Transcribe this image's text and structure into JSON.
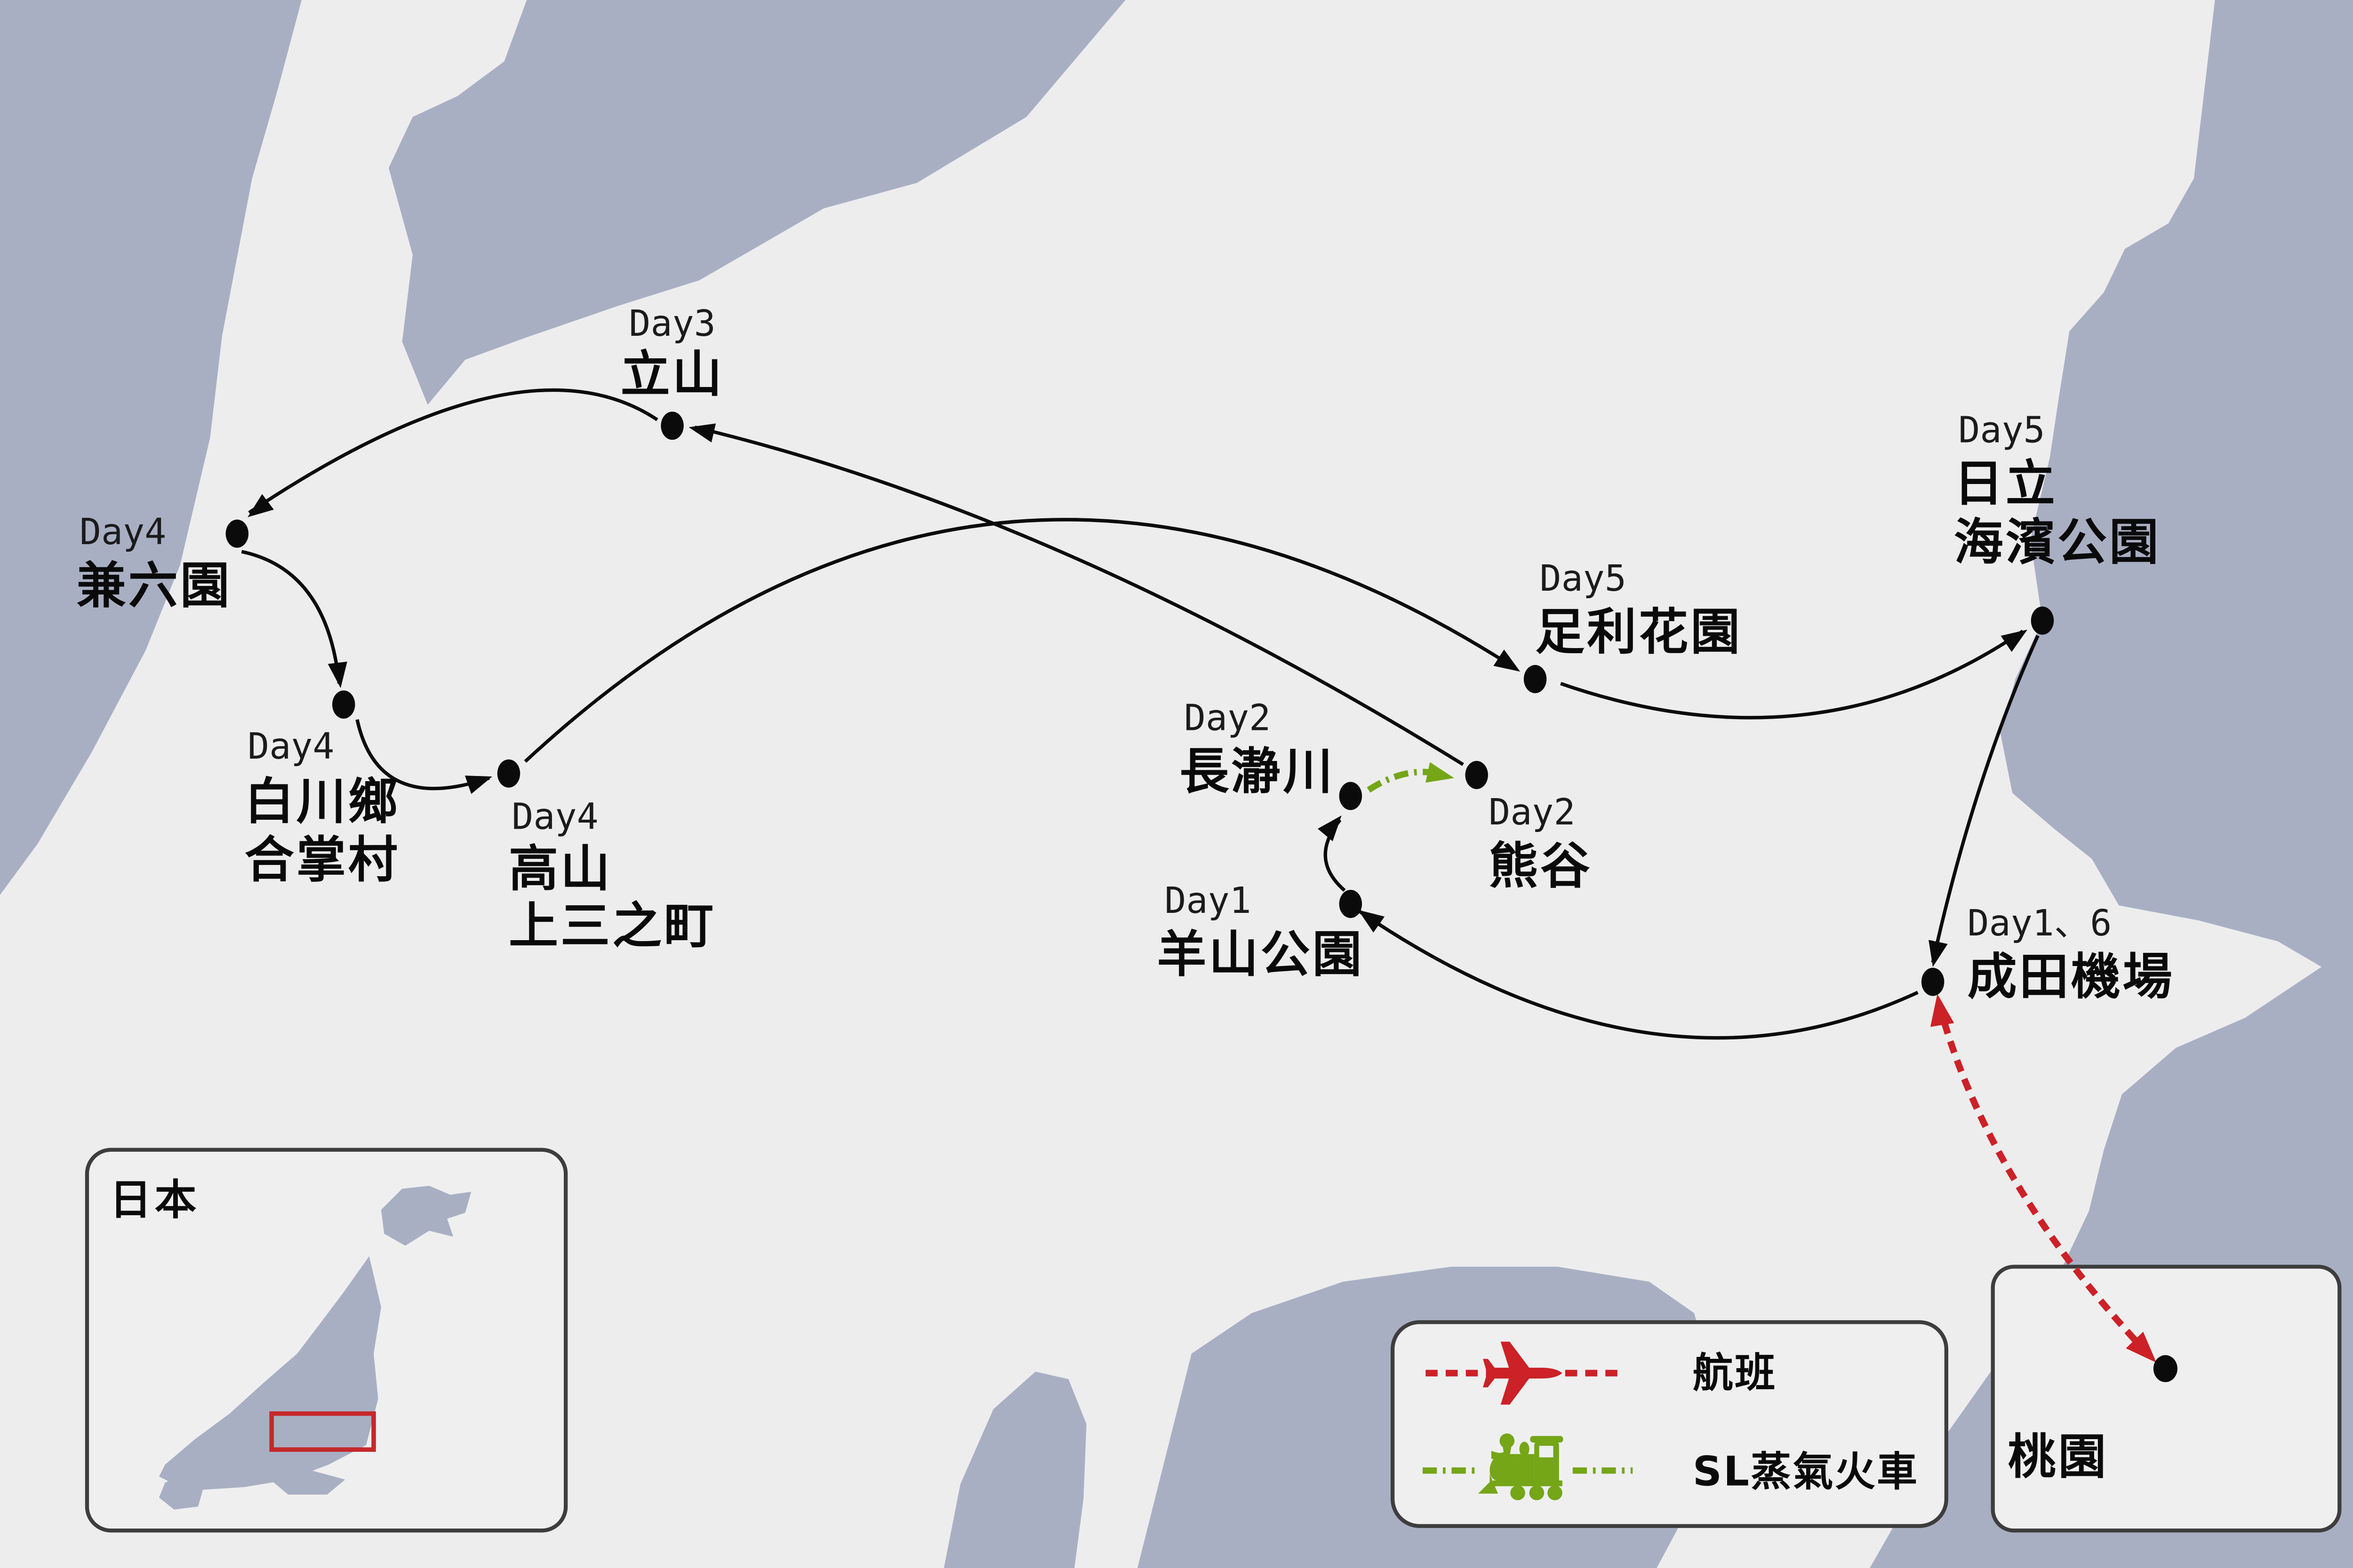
{
  "title_context": "Japan trip route map",
  "colors": {
    "sea": "#a9afc3",
    "land": "#ededee",
    "route_black": "#0b0b0b",
    "flight_red": "#cc2127",
    "train_green": "#74a617",
    "panel_fill": "#efeff0",
    "panel_border": "#3d3d3d",
    "inset_highlight_red": "#c5282b"
  },
  "stops": [
    {
      "day": "Day3",
      "name": "立山"
    },
    {
      "day": "Day4",
      "name": "兼六園"
    },
    {
      "day": "Day4",
      "name": "白川鄉",
      "name2": "合掌村"
    },
    {
      "day": "Day4",
      "name": "高山",
      "name2": "上三之町"
    },
    {
      "day": "Day2",
      "name": "長瀞川"
    },
    {
      "day": "Day2",
      "name": "熊谷"
    },
    {
      "day": "Day1",
      "name": "羊山公園"
    },
    {
      "day": "Day5",
      "name": "足利花園"
    },
    {
      "day": "Day5",
      "name": "日立",
      "name2": "海濱公園"
    },
    {
      "day": "Day1、6",
      "name": "成田機場"
    },
    {
      "name": "桃園"
    }
  ],
  "legend": {
    "flight_label": "航班",
    "train_label": "SL蒸氣火車"
  },
  "inset": {
    "title": "日本"
  }
}
